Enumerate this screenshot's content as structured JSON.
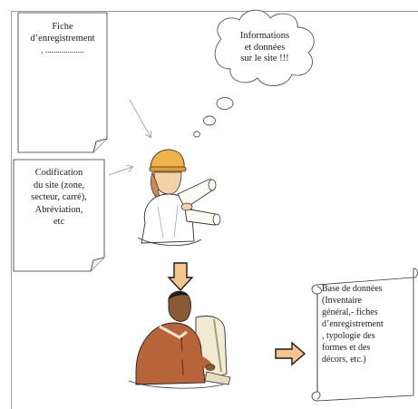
{
  "note_box_1": {
    "line1": "Fiche",
    "line2": "d’enregistrement",
    "line3": ", ..................."
  },
  "thought_cloud": {
    "line1": "Informations",
    "line2": "et données",
    "line3": "sur le site !!!"
  },
  "note_box_2": {
    "line1": "Codification",
    "line2": "du site (zone,",
    "line3": "secteur, carré),",
    "line4": "Abréviation,",
    "line5": "etc"
  },
  "scroll": {
    "line1": "Base de données",
    "line2": "(Inventaire",
    "line3": "général,- fiches",
    "line4": "d’enregistrement",
    "line5": ", typologie des",
    "line6": "formes et des",
    "line7": "décors, etc.)"
  },
  "colors": {
    "arrow_fill": "#f6c58f",
    "arrow_stroke": "#1a1a1a",
    "frame": "#9a9a9a",
    "skin": "#c98a55",
    "helmet": "#f0b24a"
  }
}
